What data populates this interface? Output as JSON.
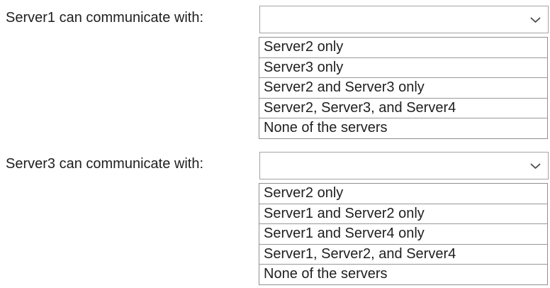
{
  "colors": {
    "background": "#ffffff",
    "text": "#1f1f1f",
    "select_border": "#a3a3a3",
    "list_border": "#8f8f8f",
    "row_divider": "#999999",
    "chevron": "#4a4a4a"
  },
  "questions": [
    {
      "label": "Server1 can communicate with:",
      "selected_value": "",
      "options": [
        "Server2 only",
        "Server3 only",
        "Server2 and Server3 only",
        "Server2, Server3, and Server4",
        "None of the servers"
      ]
    },
    {
      "label": "Server3 can communicate with:",
      "selected_value": "",
      "options": [
        "Server2 only",
        "Server1 and Server2 only",
        "Server1 and Server4 only",
        "Server1, Server2, and Server4",
        "None of the servers"
      ]
    }
  ]
}
